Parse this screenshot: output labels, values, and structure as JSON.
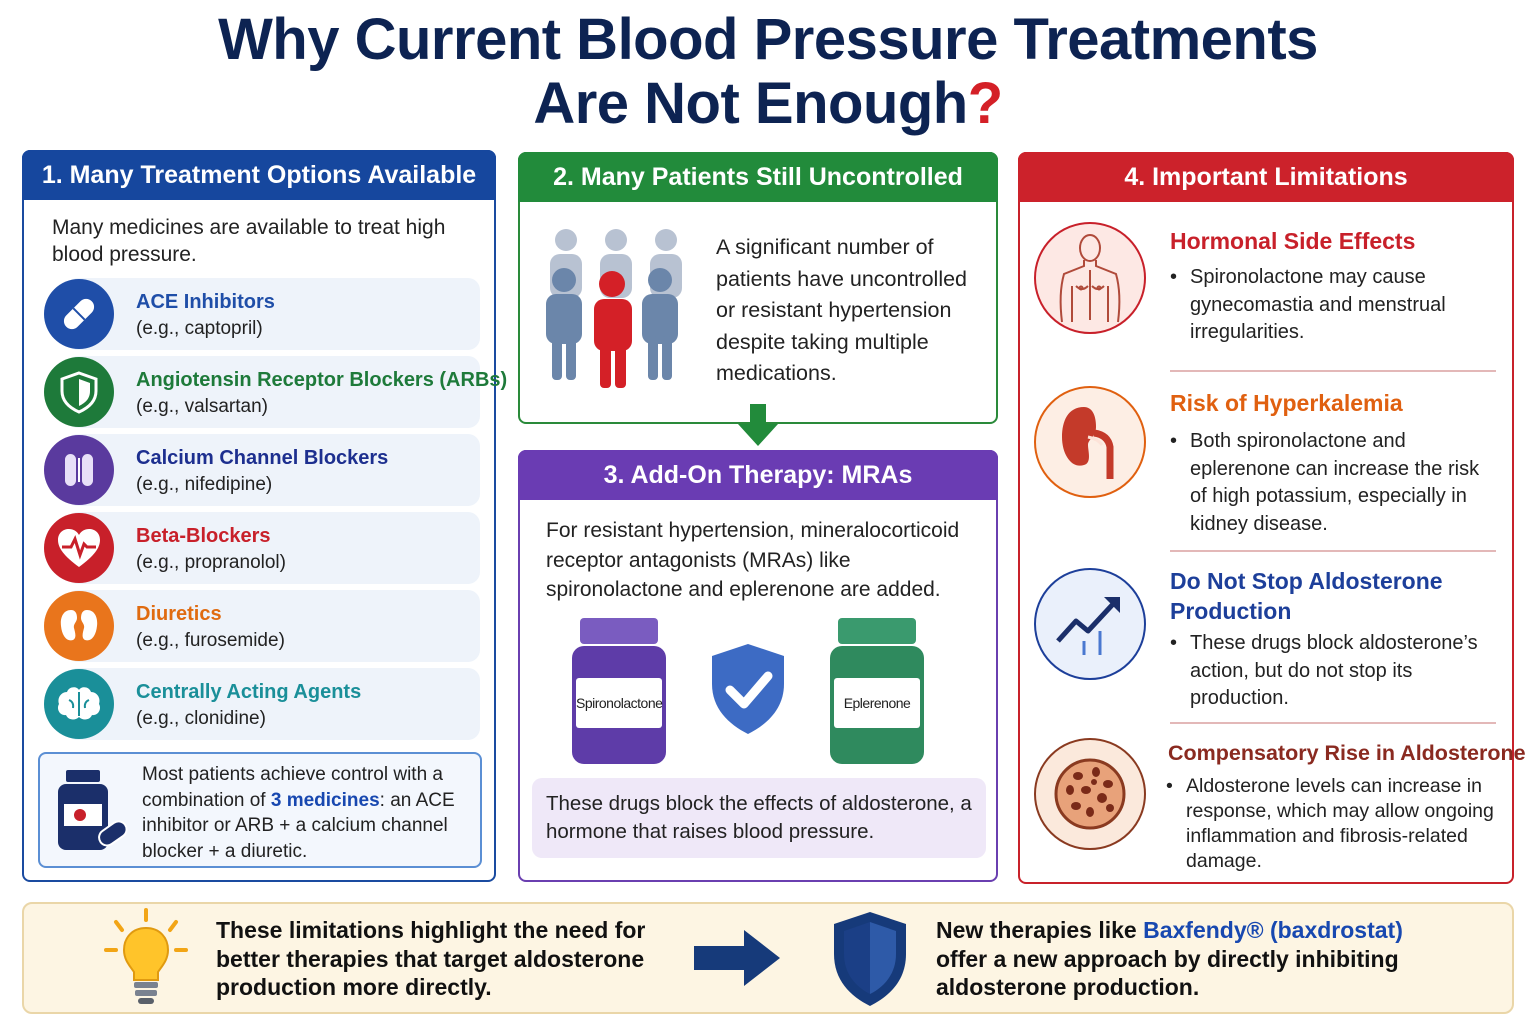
{
  "title": {
    "line1": "Why Current Blood Pressure Treatments",
    "line2": "Are Not Enough",
    "mark": "?"
  },
  "panel1": {
    "header": "1. Many Treatment Options Available",
    "intro": "Many medicines are available to treat high blood pressure.",
    "drugs": [
      {
        "name": "ACE Inhibitors",
        "example": "(e.g., captopril)",
        "color": "#1f4ea8",
        "icon": "capsule-icon"
      },
      {
        "name": "Angiotensin Receptor Blockers (ARBs)",
        "example": "(e.g., valsartan)",
        "color": "#1e7a3a",
        "icon": "shield-icon"
      },
      {
        "name": "Calcium Channel Blockers",
        "example": "(e.g., nifedipine)",
        "color": "#1d2f8f",
        "icon": "calcium-channel-icon"
      },
      {
        "name": "Beta-Blockers",
        "example": "(e.g., propranolol)",
        "color": "#c8202a",
        "icon": "heart-pulse-icon"
      },
      {
        "name": "Diuretics",
        "example": "(e.g., furosemide)",
        "color": "#e06b10",
        "icon": "kidney-icon"
      },
      {
        "name": "Centrally Acting Agents",
        "example": "(e.g., clonidine)",
        "color": "#1a8f99",
        "icon": "brain-icon"
      }
    ],
    "combo": {
      "pre": "Most patients achieve control with a combination of ",
      "highlight": "3 medicines",
      "post": ": an ACE inhibitor or ARB + a calcium channel blocker + a diuretic."
    }
  },
  "panel2": {
    "header": "2. Many Patients Still Uncontrolled",
    "text": "A significant number of patients have uncontrolled or resistant hypertension despite taking multiple medications."
  },
  "panel3": {
    "header": "3. Add-On Therapy: MRAs",
    "text": "For resistant hypertension, mineralocorticoid receptor antagonists (MRAs) like spironolactone and eplerenone are added.",
    "bottle1": "Spironolactone",
    "bottle2": "Eplerenone",
    "note": "These drugs block the effects of aldosterone, a hormone that raises blood pressure."
  },
  "panel4": {
    "header": "4. Important Limitations",
    "items": [
      {
        "heading": "Hormonal Side Effects",
        "bullet": "Spironolactone may cause gynecomastia and menstrual irregularities.",
        "color": "#c8202a"
      },
      {
        "heading": "Risk of Hyperkalemia",
        "bullet": "Both spironolactone and eplerenone can increase the risk of high potassium, especially in kidney disease.",
        "color": "#e06010"
      },
      {
        "heading": "Do Not Stop Aldosterone Production",
        "bullet": "These drugs block aldosterone’s action, but do not stop its production.",
        "color": "#1d3f9a"
      },
      {
        "heading": "Compensatory Rise in Aldosterone",
        "bullet": "Aldosterone levels can increase in response, which may allow ongoing inflammation and fibrosis-related damage.",
        "color": "#8a2a20"
      }
    ]
  },
  "banner": {
    "left": "These limitations highlight the need for better therapies that target aldosterone production more directly.",
    "right_pre": "New therapies like ",
    "right_brand": "Baxfendy® (baxdrostat)",
    "right_post": " offer a new approach by directly inhibiting aldosterone production."
  }
}
